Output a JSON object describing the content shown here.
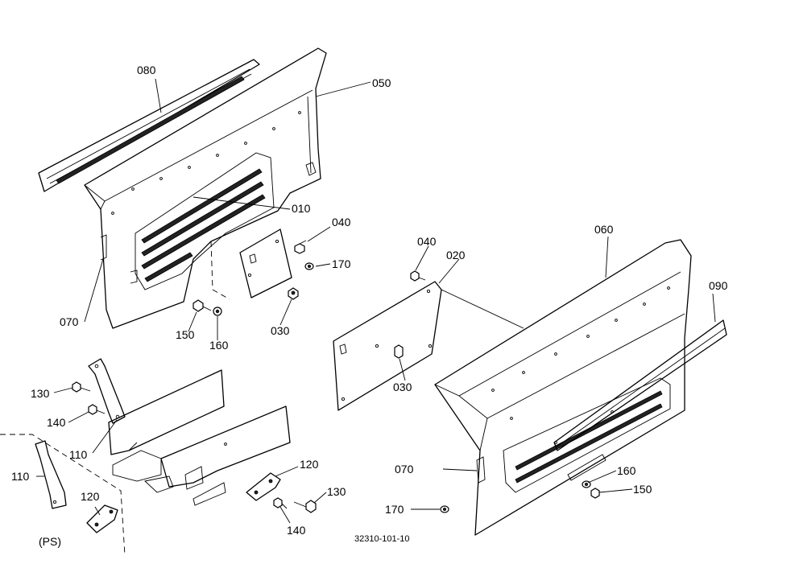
{
  "diagram": {
    "drawing_number": "32310-101-10",
    "variant_note": "(PS)",
    "callouts": [
      {
        "id": "080",
        "text": "080"
      },
      {
        "id": "050",
        "text": "050"
      },
      {
        "id": "010",
        "text": "010"
      },
      {
        "id": "040a",
        "text": "040"
      },
      {
        "id": "170a",
        "text": "170"
      },
      {
        "id": "070a",
        "text": "070"
      },
      {
        "id": "150a",
        "text": "150"
      },
      {
        "id": "160a",
        "text": "160"
      },
      {
        "id": "030a",
        "text": "030"
      },
      {
        "id": "040b",
        "text": "040"
      },
      {
        "id": "020",
        "text": "020"
      },
      {
        "id": "060",
        "text": "060"
      },
      {
        "id": "090",
        "text": "090"
      },
      {
        "id": "030b",
        "text": "030"
      },
      {
        "id": "130a",
        "text": "130"
      },
      {
        "id": "140a",
        "text": "140"
      },
      {
        "id": "110a",
        "text": "110"
      },
      {
        "id": "110b",
        "text": "110"
      },
      {
        "id": "120a",
        "text": "120"
      },
      {
        "id": "120b",
        "text": "120"
      },
      {
        "id": "130b",
        "text": "130"
      },
      {
        "id": "140b",
        "text": "140"
      },
      {
        "id": "070b",
        "text": "070"
      },
      {
        "id": "160b",
        "text": "160"
      },
      {
        "id": "150b",
        "text": "150"
      },
      {
        "id": "170b",
        "text": "170"
      }
    ]
  }
}
